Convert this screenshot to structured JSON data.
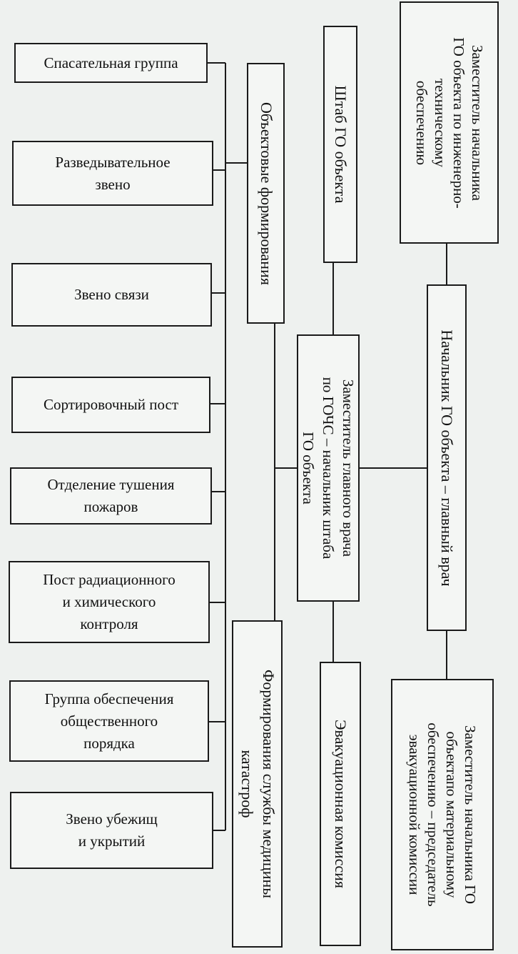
{
  "diagram": {
    "head": "Начальник ГО объекта – главный врач",
    "deputy_engineering": "Заместитель начальника\nГО объекта по инженерно-\nтехническому\nобеспечению",
    "deputy_material": "Заместитель начальника ГО\nобъектапо материальному\nобеспечению – председатель\nэвакуационной комиссии",
    "chief_of_staff": "Заместитель главного врача\nпо ГОЧС – начальник штаба\nГО объекта",
    "staff": "Штаб ГО объекта",
    "evacuation": "Эвакуационная комиссия",
    "object_units": "Объектовые формирования",
    "medical_units": "Формирования службы медицины\nкатастроф",
    "units": [
      "Спасательная группа",
      "Разведывательное\nзвено",
      "Звено связи",
      "Сортировочный пост",
      "Отделение тушения\nпожаров",
      "Пост радиационного\nи химического\nконтроля",
      "Группа обеспечения\nобщественного\nпорядка",
      "Звено убежищ\nи укрытий"
    ]
  }
}
